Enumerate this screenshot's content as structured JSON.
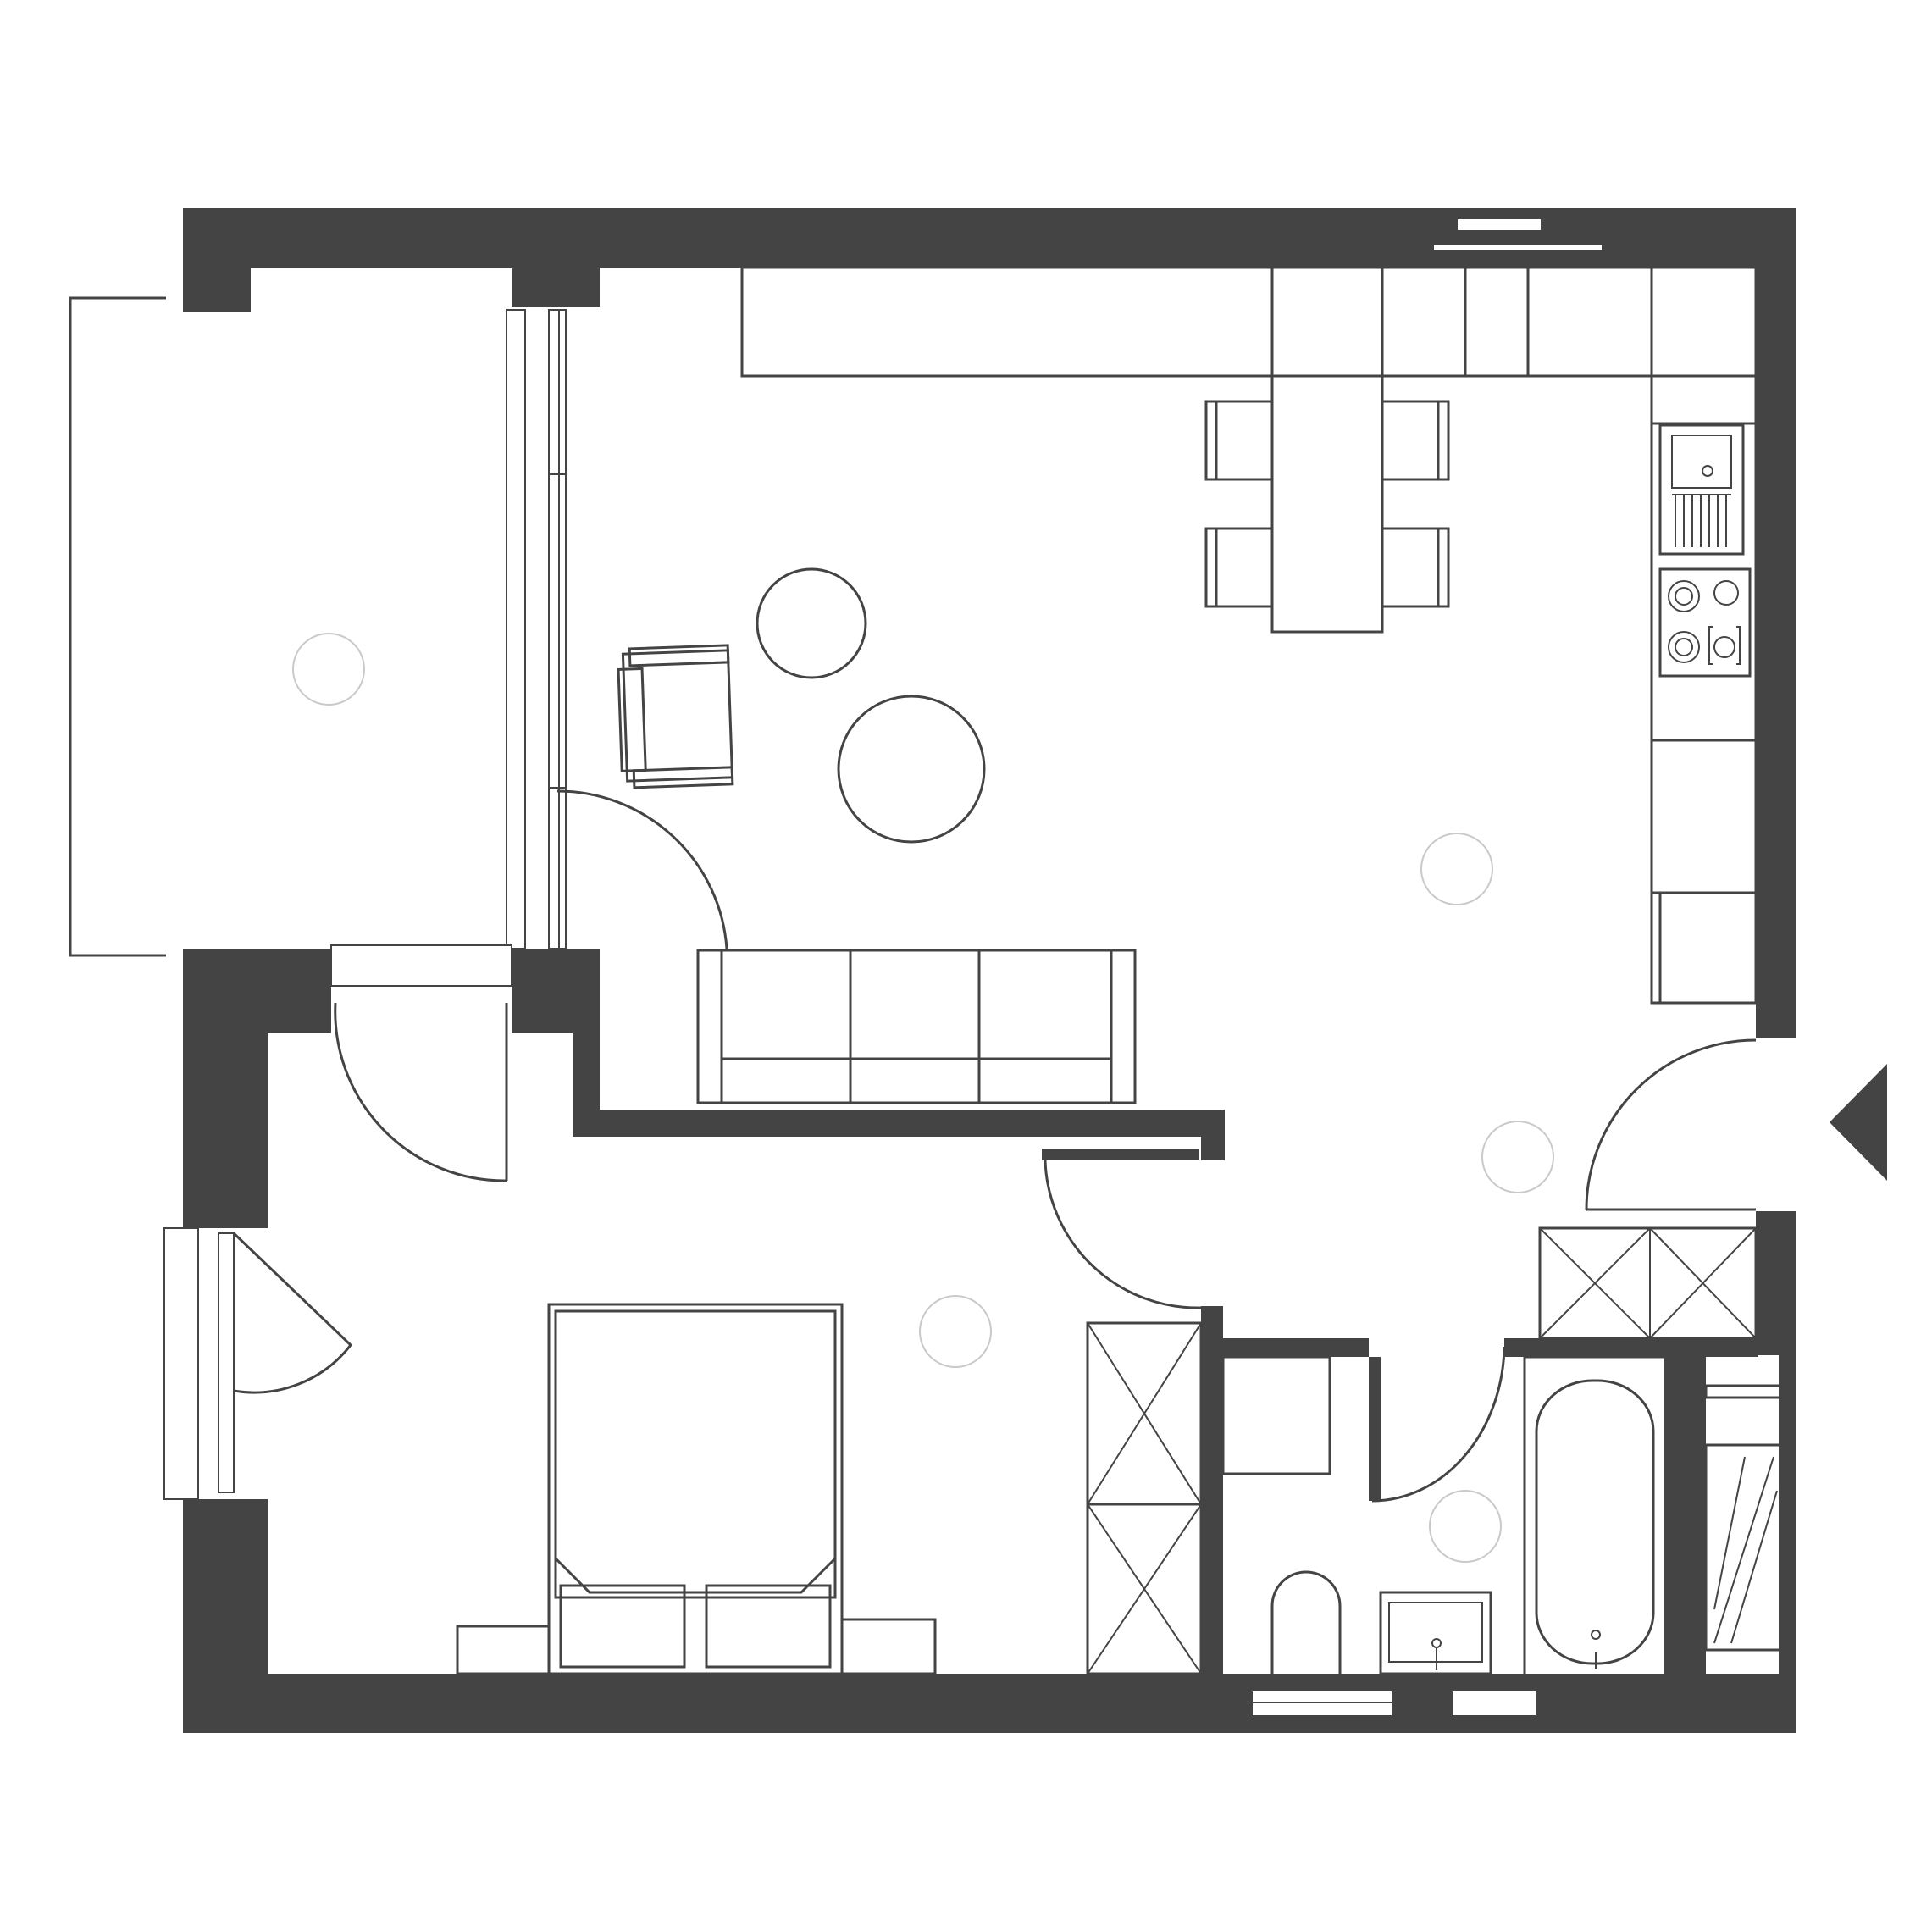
{
  "plan": {
    "colors": {
      "wall": "#444444",
      "line": "#444444",
      "background": "#ffffff",
      "room_marker": "#c9c9c9"
    },
    "rooms": [
      "balcony",
      "living-kitchen",
      "bedroom",
      "hallway",
      "bathroom"
    ],
    "entrance_marker": "triangle-arrow"
  }
}
